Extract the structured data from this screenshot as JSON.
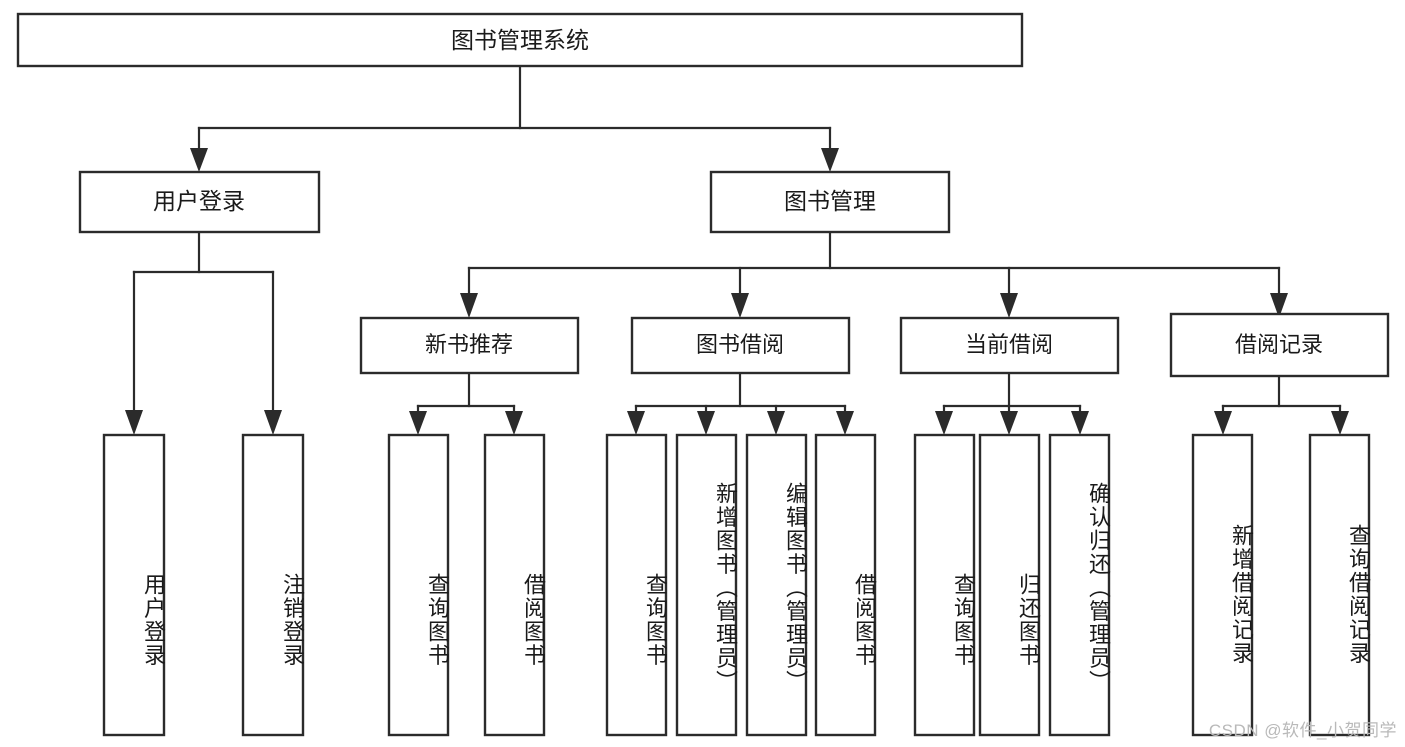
{
  "diagram": {
    "title": "图书管理系统",
    "watermark": "CSDN @软件_小贺同学",
    "root": {
      "label": "图书管理系统"
    },
    "level1": [
      {
        "label": "用户登录"
      },
      {
        "label": "图书管理"
      }
    ],
    "level2": [
      {
        "label": "新书推荐"
      },
      {
        "label": "图书借阅"
      },
      {
        "label": "当前借阅"
      },
      {
        "label": "借阅记录"
      }
    ],
    "leaves": {
      "user_login": [
        {
          "label": "用户登录"
        },
        {
          "label": "注销登录"
        }
      ],
      "new_book_recommend": [
        {
          "label": "查询图书"
        },
        {
          "label": "借阅图书"
        }
      ],
      "book_borrow": [
        {
          "label": "查询图书"
        },
        {
          "label": "新增图书（管理员）"
        },
        {
          "label": "编辑图书（管理员）"
        },
        {
          "label": "借阅图书"
        }
      ],
      "current_borrow": [
        {
          "label": "查询图书"
        },
        {
          "label": "归还图书"
        },
        {
          "label": "确认归还（管理员）"
        }
      ],
      "borrow_record": [
        {
          "label": "新增借阅记录"
        },
        {
          "label": "查询借阅记录"
        }
      ]
    }
  },
  "colors": {
    "stroke": "#2b2b2b",
    "fill": "#ffffff",
    "text": "#1a1a1a",
    "watermark": "#b9b9b9"
  }
}
